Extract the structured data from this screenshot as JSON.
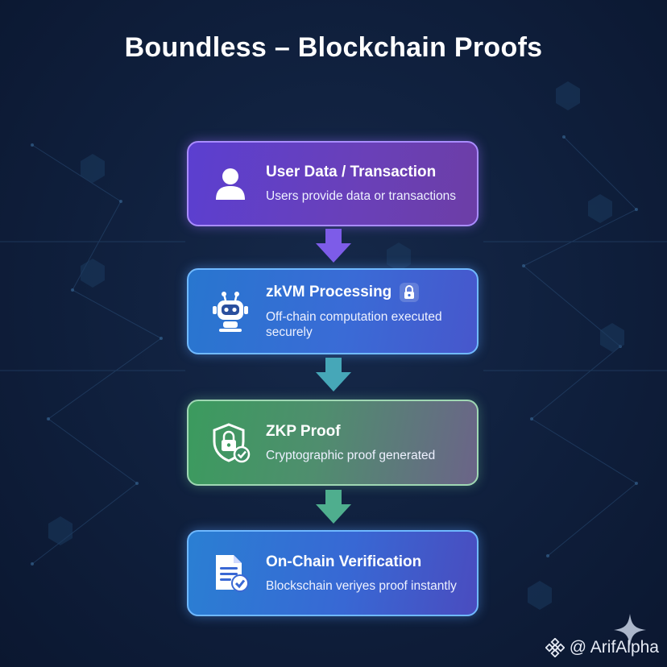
{
  "title": "Boundless – Blockchain Proofs",
  "steps": [
    {
      "title": "User Data / Transaction",
      "description": "Users provide data or transactions",
      "icon": "user-icon"
    },
    {
      "title": "zkVM Processing",
      "description": "Off-chain computation executed securely",
      "icon": "robot-icon",
      "badge_icon": "lock-icon"
    },
    {
      "title": "ZKP Proof",
      "description": "Cryptographic proof generated",
      "icon": "shield-lock-icon"
    },
    {
      "title": "On-Chain Verification",
      "description": "Blockschain veriyes proof instantly",
      "icon": "document-check-icon"
    }
  ],
  "watermark": {
    "handle": "@ ArifAlpha",
    "icon": "binance-logo-icon"
  },
  "colors": {
    "background": "#0f1f3c",
    "step1": "#5b3fd0",
    "step2": "#2876cf",
    "step3": "#3b9b5e",
    "step4": "#2a7fd3",
    "accent": "#a98cff"
  }
}
